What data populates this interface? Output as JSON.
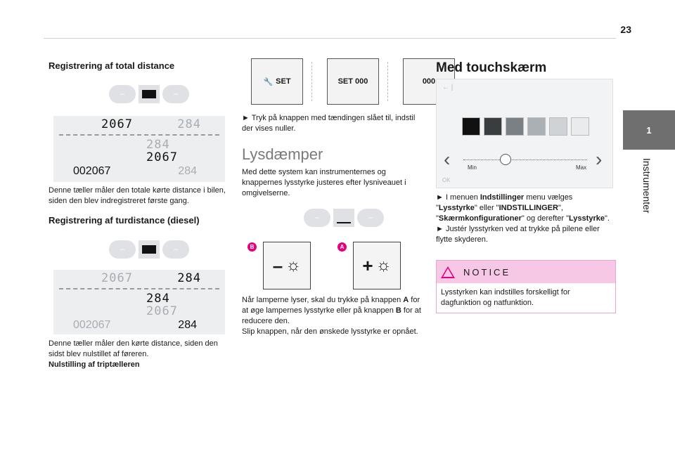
{
  "page": {
    "number": "23",
    "chapter_tab": "1",
    "chapter_title": "Instrumenter"
  },
  "col1": {
    "heading_total": "Registrering af total distance",
    "lcd_total": {
      "r1a": "2067",
      "r1b": "284",
      "r2a": "284",
      "r2b": "2067",
      "b1": "002067",
      "b2": "284"
    },
    "para_total": "Denne tæller måler den totale kørte distance i bilen, siden den blev indregistreret første gang.",
    "heading_trip": "Registrering af turdistance (diesel)",
    "lcd_trip": {
      "r1a": "2067",
      "r1b": "284",
      "r2a": "284",
      "r2b": "2067",
      "b1": "002067",
      "b2": "284"
    },
    "para_trip": "Denne tæller måler den kørte distance, siden den sidst blev nulstillet af føreren.",
    "para_trip_bold": "Nulstilling af triptælleren"
  },
  "col2": {
    "btn_set": "SET",
    "btn_set_000": "SET 000",
    "btn_000": "000",
    "step": "► Tryk på knappen med tændingen slået til, indstil der vises nuller.",
    "heading": "Lysdæmper",
    "intro": "Med dette system kan instrumenternes og knappernes lysstyrke justeres efter lysniveauet i omgivelserne.",
    "tag_b": "B",
    "tag_a": "A",
    "para1_a": "Når lamperne lyser, skal du trykke på knappen ",
    "para1_A": "A",
    "para1_b": " for at øge lampernes lysstyrke eller på knappen ",
    "para1_B": "B",
    "para1_c": " for at reducere den.",
    "para2": "Slip knappen, når den ønskede lysstyrke er opnået."
  },
  "col3": {
    "heading": "Med touchskærm",
    "screen": {
      "min": "Min",
      "max": "Max",
      "ok": "OK",
      "swatches": [
        "#111111",
        "#3a3d40",
        "#7a8084",
        "#aab0b3",
        "#cfd3d5",
        "#e9ebec"
      ]
    },
    "s1": "► I menuen ",
    "s1_b1": "Indstillinger",
    "s1_t2": " menu vælges \"",
    "s1_b2": "Lysstyrke",
    "s1_t3": "\" eller \"",
    "s1_b3": "INDSTILLINGER",
    "s1_t4": "\", \"",
    "s1_b4": "Skærmkonfigurationer",
    "s1_t5": "\" og derefter \"",
    "s1_b5": "Lysstyrke",
    "s1_t6": "\".",
    "s2": "► Justér lysstyrken ved at trykke på pilene eller flytte skyderen.",
    "notice_title": "NOTICE",
    "notice_text": "Lysstyrken kan indstilles forskelligt for dagfunktion og natfunktion."
  }
}
